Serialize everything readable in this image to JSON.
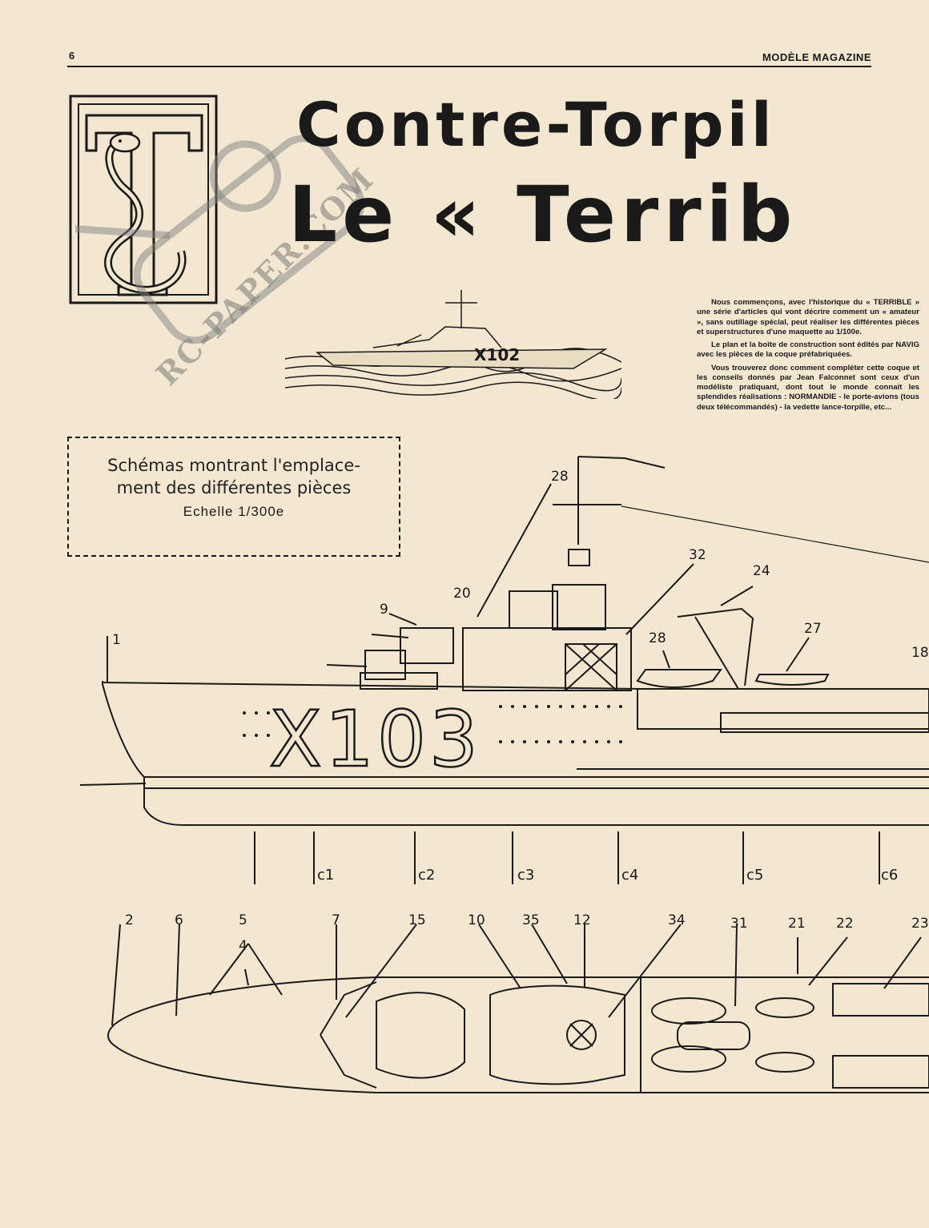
{
  "header": {
    "page_number": "6",
    "magazine": "MODÈLE MAGAZINE"
  },
  "title": {
    "line1": "Contre-Torpil",
    "line2": "Le « Terrib"
  },
  "watermark": "RC-PAPER.COM",
  "intro": {
    "p1": "Nous commençons, avec l'historique du « TERRIBLE » une série d'articles qui vont décrire comment un « amateur », sans outillage spécial, peut réaliser les différentes pièces et superstructures d'une maquette au 1/100e.",
    "p2": "Le plan et la boîte de construction sont édités par NAVIG avec les pièces de la coque préfabriquées.",
    "p3": "Vous trouverez donc comment compléter cette coque et les conseils donnés par Jean Falconnet sont ceux d'un modéliste pratiquant, dont tout le monde connait les splendides réalisations : NORMANDIE - le porte-avions (tous deux télécommandés) - la vedette lance-torpille, etc..."
  },
  "caption": {
    "line1": "Schémas montrant l'emplace-",
    "line2": "ment des différentes pièces",
    "scale": "Echelle 1/300e"
  },
  "drawing": {
    "hull_number_small": "X102",
    "hull_number_large": "X103",
    "side_callouts": [
      "28",
      "1",
      "9",
      "20",
      "32",
      "24",
      "28",
      "27",
      "18"
    ],
    "sections": [
      "c1",
      "c2",
      "c3",
      "c4",
      "c5",
      "c6"
    ],
    "top_callouts": [
      "2",
      "6",
      "5",
      "4",
      "7",
      "15",
      "10",
      "35",
      "12",
      "34",
      "31",
      "21",
      "22",
      "23"
    ]
  }
}
